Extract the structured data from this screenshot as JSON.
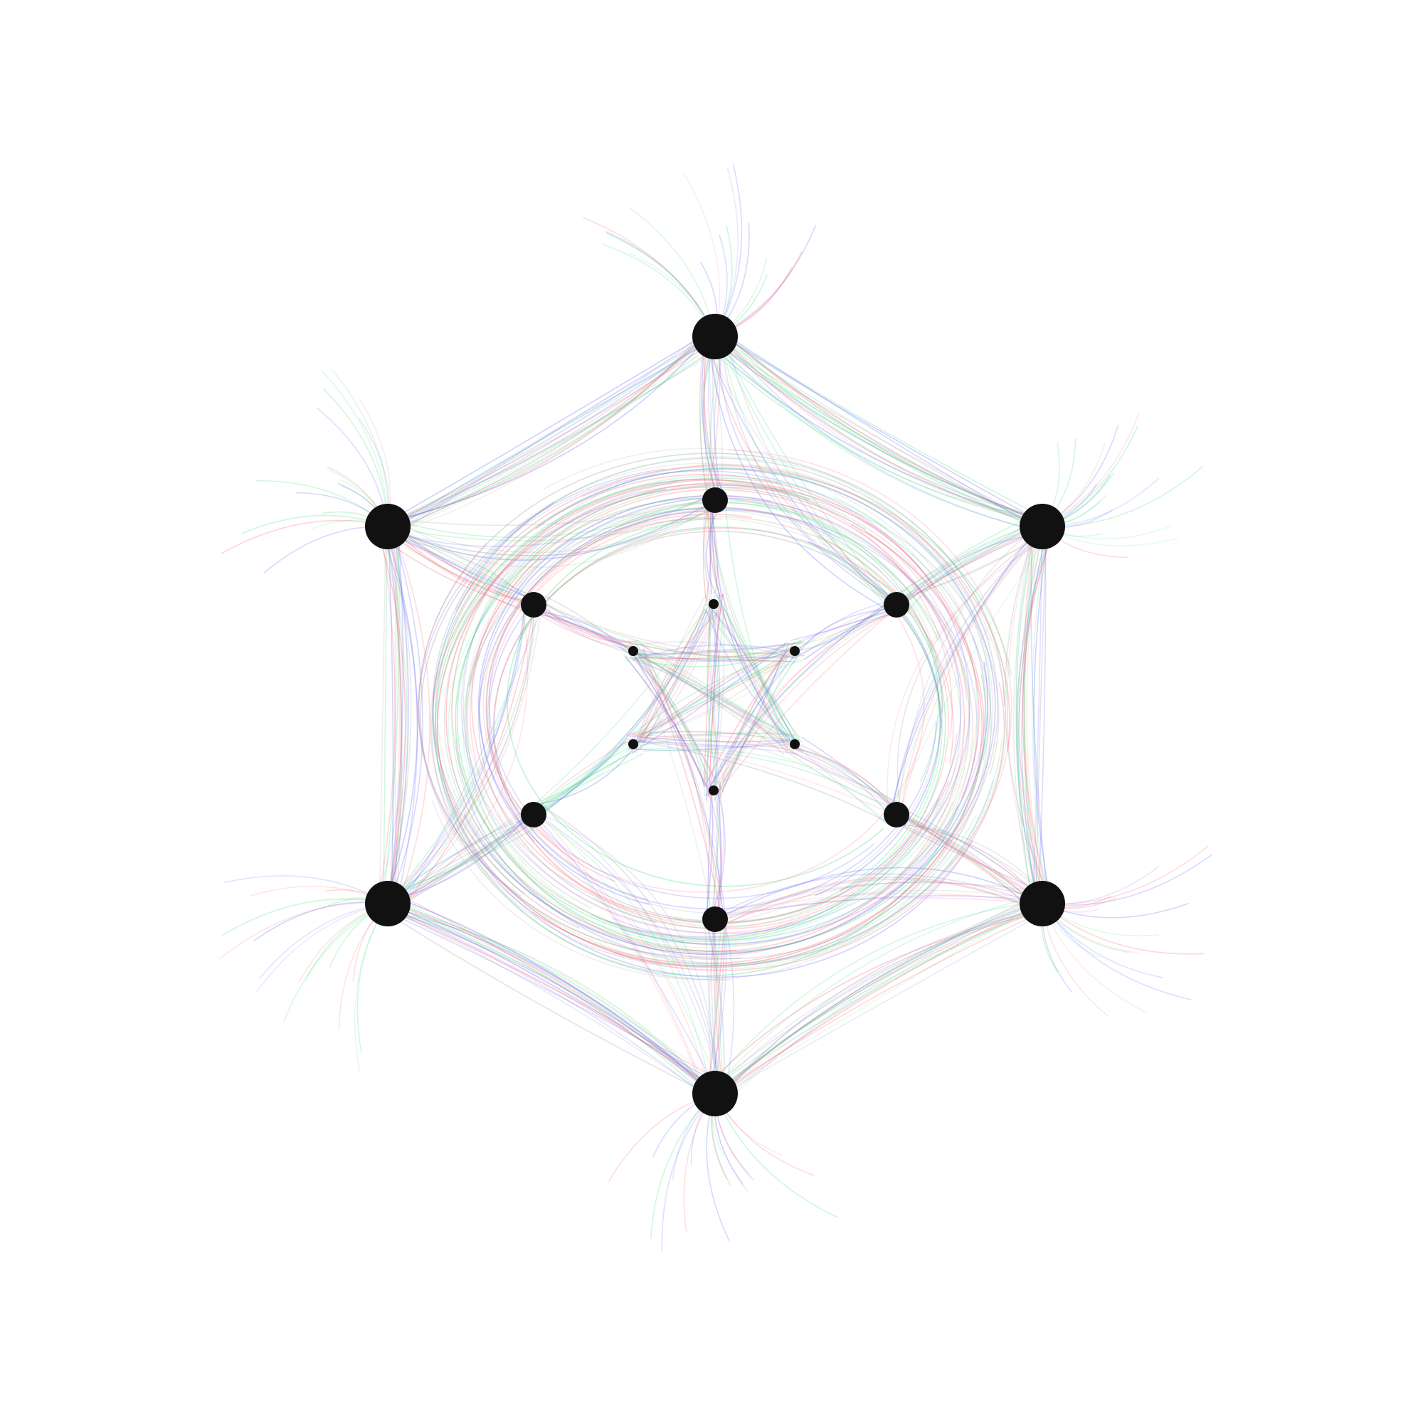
{
  "diagram": {
    "type": "network-graph",
    "background": "#ffffff",
    "node_color": "#111111",
    "edge_colors": {
      "red": "#ff5a6e",
      "green": "#3ddc7a",
      "blue": "#5a5aff",
      "grey": "#9a9aa8"
    },
    "rings": [
      {
        "name": "outer",
        "count": 6
      },
      {
        "name": "middle",
        "count": 6
      },
      {
        "name": "inner",
        "count": 6
      }
    ]
  }
}
